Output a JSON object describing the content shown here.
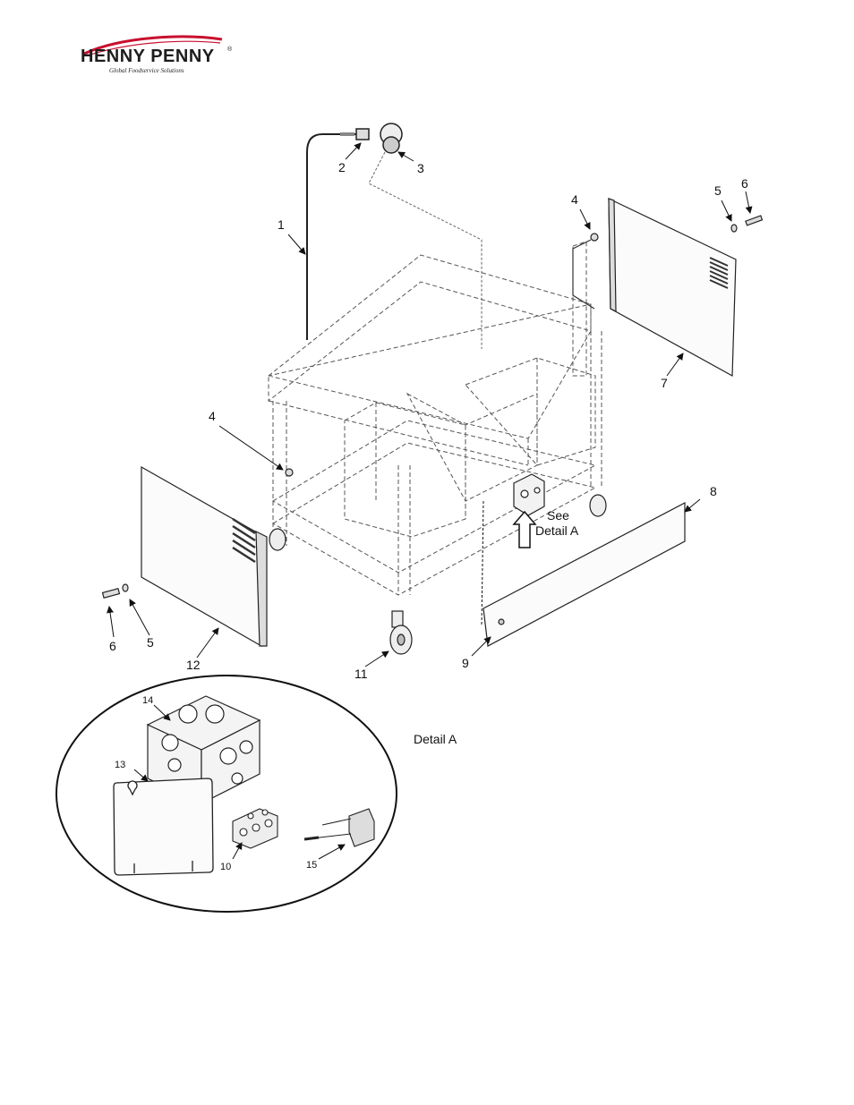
{
  "brand": {
    "name": "HENNY PENNY",
    "registered_mark": "®",
    "tagline": "Global Foodservice Solutions",
    "accent_color": "#c8102e"
  },
  "diagram": {
    "callouts": {
      "c1": "1",
      "c2": "2",
      "c3": "3",
      "c4a": "4",
      "c4b": "4",
      "c5a": "5",
      "c5b": "5",
      "c6a": "6",
      "c6b": "6",
      "c7": "7",
      "c8": "8",
      "c9": "9",
      "c10": "10",
      "c11": "11",
      "c12": "12",
      "c13": "13",
      "c14": "14",
      "c15": "15"
    },
    "see_detail_line1": "See",
    "see_detail_line2": "Detail A",
    "detail_title": "Detail A"
  }
}
